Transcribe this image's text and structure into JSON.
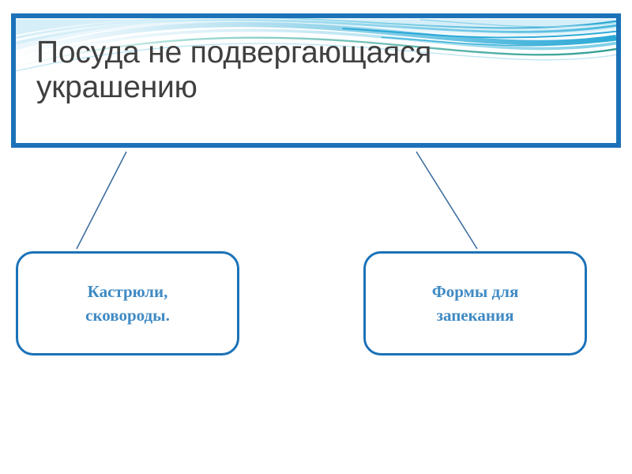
{
  "slide": {
    "title": "Посуда не подвергающаяся украшению",
    "accent_color": "#1b72b8",
    "title_color": "#404040",
    "node_text_color": "#3f8ac4",
    "background_color": "#ffffff"
  },
  "diagram": {
    "type": "tree",
    "root_label": "Посуда не подвергающаяся украшению",
    "nodes": [
      {
        "id": "node-left",
        "label": "Кастрюли,\nсковороды."
      },
      {
        "id": "node-right",
        "label": "Формы для\nзапекания"
      }
    ],
    "connectors": [
      {
        "from": "root",
        "to": "node-left"
      },
      {
        "from": "root",
        "to": "node-right"
      }
    ]
  }
}
